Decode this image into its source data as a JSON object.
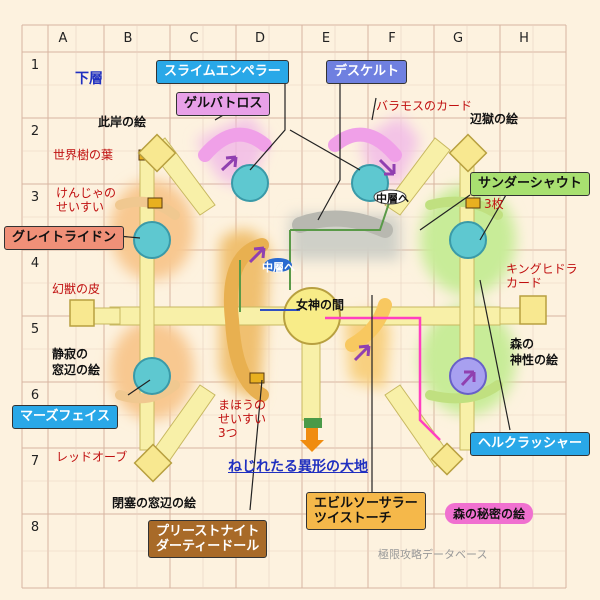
{
  "grid": {
    "columns": [
      "A",
      "B",
      "C",
      "D",
      "E",
      "F",
      "G",
      "H"
    ],
    "rows": [
      "1",
      "2",
      "3",
      "4",
      "5",
      "6",
      "7",
      "8"
    ]
  },
  "map": {
    "floor": "下層",
    "center_room": "女神の間",
    "exit": "ねじれたる異形の大地",
    "to_middle_left": "中層へ",
    "to_middle_right": "中層へ",
    "credit": "極限攻略データベース"
  },
  "monsters": {
    "slime_emperor": "スライムエンペラー",
    "deskelt": "デスケルト",
    "gelbatros": "ゲルバトロス",
    "thunder_shout": "サンダーシャウト",
    "great_trident": "グレイトライドン",
    "mars_face": "マーズフェイス",
    "hell_crusher": "ヘルクラッシャー",
    "evil_sorcerer_1": "エビルソーサラー",
    "evil_sorcerer_2": "ツイストーチ",
    "priest_knight_1": "プリーストナイト",
    "priest_knight_2": "ダーティードール"
  },
  "items": {
    "shore_painting": "此岸の絵",
    "hell_painting": "辺獄の絵",
    "world_tree_leaf": "世界樹の葉",
    "baramos_card": "バラモスのカード",
    "sage_water_1": "けんじゃの",
    "sage_water_2": "せいすい",
    "three_pieces": "3枚",
    "phantom_hide": "幻獣の皮",
    "king_hydra_card_1": "キングヒドラ",
    "king_hydra_card_2": "カード",
    "quiet_window_1": "静寂の",
    "quiet_window_2": "窓辺の絵",
    "forest_divinity_1": "森の",
    "forest_divinity_2": "神性の絵",
    "red_orb": "レッドオーブ",
    "closed_window": "閉塞の窓辺の絵",
    "forest_secret": "森の秘密の絵",
    "magic_water_1": "まほうの",
    "magic_water_2": "せいすい",
    "magic_water_3": "3つ"
  },
  "colors": {
    "background": "#fdf2df",
    "grid_line": "#d8b4a0",
    "blue_label": "#29a8e8",
    "red_text": "#c01010",
    "corridor_yellow": "#f8f0a8",
    "glow_pink": "#f0b8e8",
    "glow_green": "#c8ec98",
    "glow_orange": "#f8c890",
    "warp_teal": "#5ec8d0",
    "warp_lavender": "#a8a0f0",
    "path_pink": "#ff40c0",
    "exit_arrow": "#f08c10"
  }
}
